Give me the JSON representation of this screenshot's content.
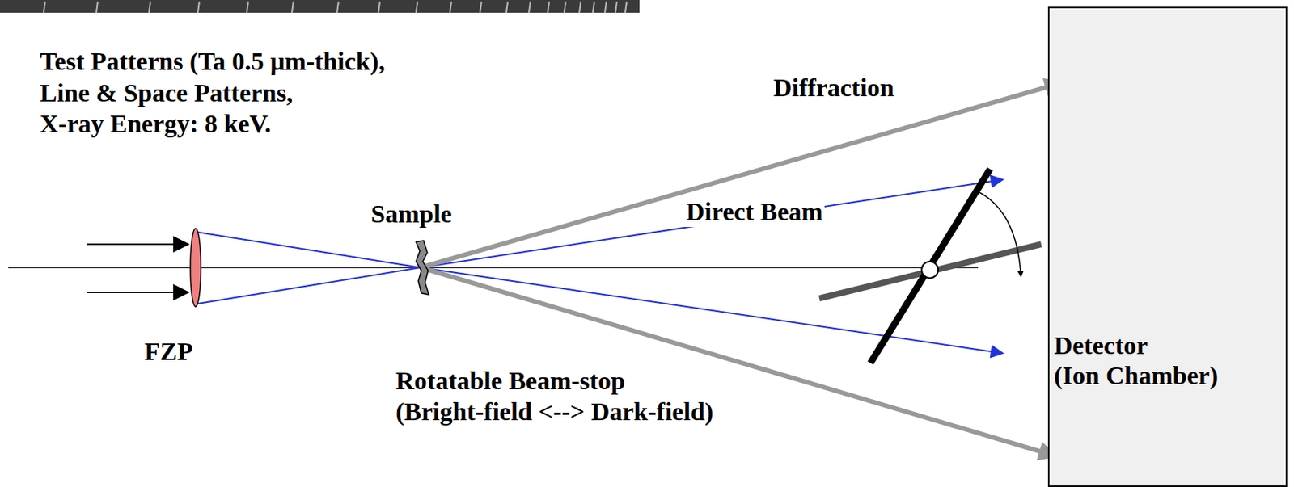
{
  "diagram": {
    "nodes": [
      {
        "text": [
          "Detector",
          "(Ion Chamber)"
        ]
      }
    ],
    "labels": [
      "Test Patterns (Ta 0.5 μm-thick),",
      "Line & Space Patterns,",
      "X-ray Energy: 8 keV.",
      "Diffraction",
      "Sample",
      "Direct Beam",
      "FZP",
      "Rotatable Beam-stop",
      "(Bright-field <--> Dark-field)"
    ]
  }
}
